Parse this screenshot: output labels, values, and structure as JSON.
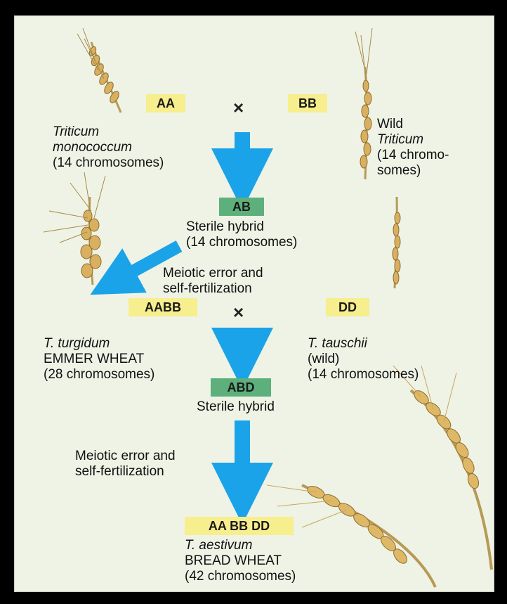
{
  "genomes": {
    "aa": "AA",
    "bb": "BB",
    "ab": "AB",
    "aabb": "AABB",
    "dd": "DD",
    "abd": "ABD",
    "aabbdd": "AA BB DD"
  },
  "cross_symbol": "×",
  "labels": {
    "monococcum_genus": "Triticum",
    "monococcum_species": "monococcum",
    "monococcum_count": "(14 chromosomes)",
    "wild_line1": "Wild",
    "wild_genus": "Triticum",
    "wild_count1": "(14 chromo-",
    "wild_count2": "somes)",
    "hybrid1_line1": "Sterile hybrid",
    "hybrid1_line2": "(14 chromosomes)",
    "meiotic1_line1": "Meiotic error and",
    "meiotic1_line2": "self-fertilization",
    "turgidum_name": "T. turgidum",
    "turgidum_common": "EMMER WHEAT",
    "turgidum_count": "(28 chromosomes)",
    "tauschii_name": "T. tauschii",
    "tauschii_wild": "(wild)",
    "tauschii_count": "(14 chromosomes)",
    "hybrid2": "Sterile hybrid",
    "meiotic2_line1": "Meiotic error and",
    "meiotic2_line2": "self-fertilization",
    "aestivum_name": "T. aestivum",
    "aestivum_common": "BREAD WHEAT",
    "aestivum_count": "(42 chromosomes)"
  },
  "colors": {
    "arrow": "#1aa3e8",
    "yellow_box": "#f7ee8d",
    "green_box": "#5db07c",
    "background": "#eef3e6",
    "wheat": "#d9b060"
  }
}
